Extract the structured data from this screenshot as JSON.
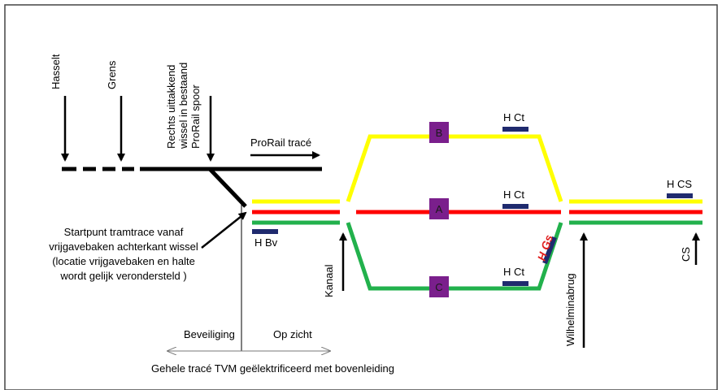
{
  "colors": {
    "yellow": "#ffff00",
    "red": "#ff0000",
    "green": "#22b14c",
    "purple": "#7a1f8c",
    "navy": "#1f2a6e",
    "black": "#000000",
    "hgs_label": "#e02020"
  },
  "labels": {
    "hasselt": "Hasselt",
    "grens": "Grens",
    "rechts": [
      "Rechts uittakkend",
      "wissel in bestaand",
      "ProRail spoor"
    ],
    "prorail": "ProRail tracé",
    "startpunt": [
      "Startpunt  tramtrace vanaf",
      "vrijgavebaken achterkant wissel",
      "(locatie vrijgavebaken en halte",
      "wordt gelijk verondersteld )"
    ],
    "hbv": "H Bv",
    "kanaal": "Kanaal",
    "hct_top": "H Ct",
    "hct_mid": "H Ct",
    "hct_bot": "H Ct",
    "hgs": "H Gs",
    "wilhelminabrug": "Wilhelminabrug",
    "hcs": "H CS",
    "cs": "CS",
    "beveiliging": "Beveiliging",
    "opzicht": "Op zicht",
    "gehele": "Gehele tracé TVM geëlektrificeerd met bovenleiding"
  },
  "boxes": {
    "a": "A",
    "b": "B",
    "c": "C"
  },
  "icons": {
    "down_arrow": "arrow-down-icon",
    "up_arrow": "arrow-up-icon",
    "right_arrow": "arrow-right-icon",
    "double_arrow": "double-arrow-icon"
  }
}
